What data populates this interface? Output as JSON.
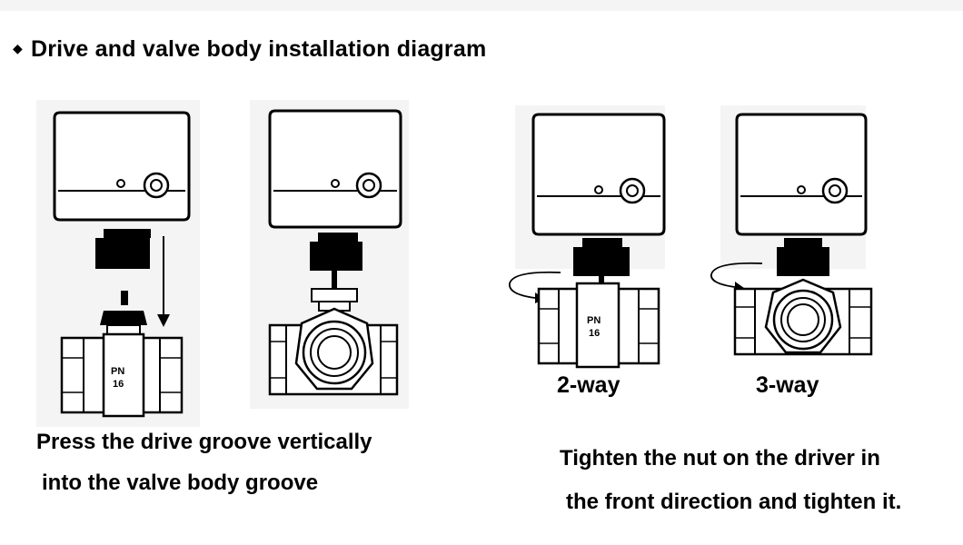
{
  "heading": {
    "bullet": "◆",
    "title": "Drive and valve body installation diagram"
  },
  "left_panel": {
    "caption_line1": "Press the drive groove vertically",
    "caption_line2": "into the valve body groove"
  },
  "right_panel": {
    "label_2way": "2-way",
    "label_3way": "3-way",
    "caption_line1": "Tighten the nut on the driver in",
    "caption_line2": "the front direction and tighten it."
  },
  "valve_marking": {
    "pn": "PN",
    "pressure": "16"
  },
  "icons": [
    "actuator-icon",
    "ball-valve-2way-icon",
    "ball-valve-3way-icon",
    "down-arrow-icon",
    "rotate-arrow-icon"
  ]
}
